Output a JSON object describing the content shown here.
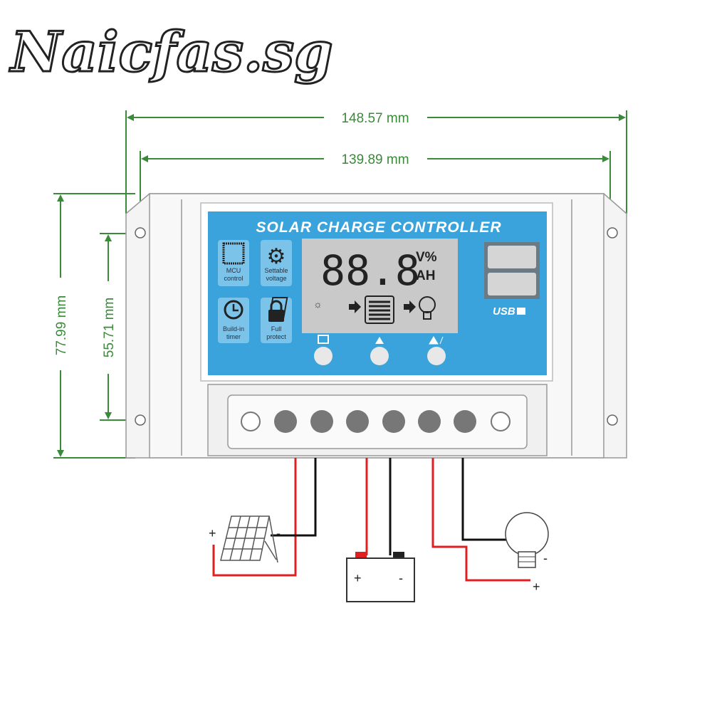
{
  "logo": "Naicfas.sg",
  "dimensions": {
    "outer_width": "148.57 mm",
    "inner_width": "139.89 mm",
    "outer_height": "77.99 mm",
    "inner_height": "55.71 mm"
  },
  "controller": {
    "title": "SOLAR CHARGE CONTROLLER",
    "features": [
      {
        "icon": "chip-icon",
        "line1": "MCU",
        "line2": "control"
      },
      {
        "icon": "gear-icon",
        "line1": "Settable",
        "line2": "voltage"
      },
      {
        "icon": "clock-icon",
        "line1": "Build-in",
        "line2": "timer"
      },
      {
        "icon": "lock-icon",
        "line1": "Full",
        "line2": "protect"
      }
    ],
    "lcd": {
      "digits": "88.8",
      "unit1": "V%",
      "unit2": "AH"
    },
    "usb_label": "USB",
    "colors": {
      "panel": "#3ba3dc",
      "lcd": "#c9c9c9",
      "dimension": "#3a8a3a",
      "wire_red": "#e02020"
    }
  },
  "wiring": {
    "solar": {
      "plus": "+",
      "minus": "-"
    },
    "battery": {
      "plus": "+",
      "minus": "-"
    },
    "load": {
      "plus": "+",
      "minus": "-"
    }
  }
}
